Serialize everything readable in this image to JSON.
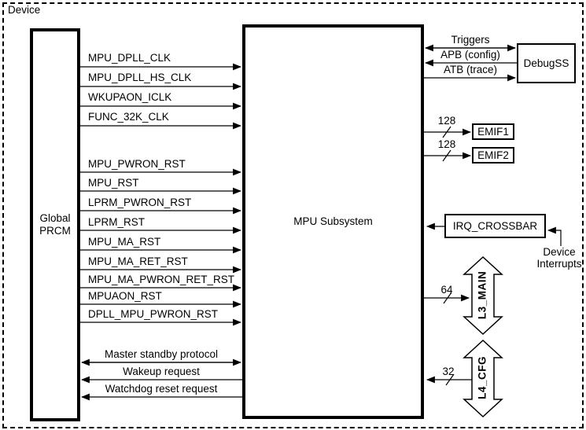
{
  "device_label": "Device",
  "blocks": {
    "prcm": "Global PRCM",
    "mpu": "MPU Subsystem",
    "debugss": "DebugSS",
    "emif1": "EMIF1",
    "emif2": "EMIF2",
    "irq_crossbar": "IRQ_CROSSBAR",
    "l3_main": "L3_MAIN",
    "l4_cfg": "L4_CFG"
  },
  "clock_signals": [
    "MPU_DPLL_CLK",
    "MPU_DPLL_HS_CLK",
    "WKUPAON_ICLK",
    "FUNC_32K_CLK"
  ],
  "reset_signals": [
    "MPU_PWRON_RST",
    "MPU_RST",
    "LPRM_PWRON_RST",
    "LPRM_RST",
    "MPU_MA_RST",
    "MPU_MA_RET_RST",
    "MPU_MA_PWRON_RET_RST",
    "MPUAON_RST",
    "DPLL_MPU_PWRON_RST"
  ],
  "handshake_signals": [
    "Master standby protocol",
    "Wakeup request",
    "Watchdog reset request"
  ],
  "debug_links": [
    "Triggers",
    "APB (config)",
    "ATB (trace)"
  ],
  "bus_widths": {
    "emif1": "128",
    "emif2": "128",
    "l3_main": "64",
    "l4_cfg": "32"
  },
  "device_interrupts": "Device Interrupts",
  "colors": {
    "line": "#000000",
    "background": "#ffffff",
    "box_fill": "#ffffff"
  }
}
